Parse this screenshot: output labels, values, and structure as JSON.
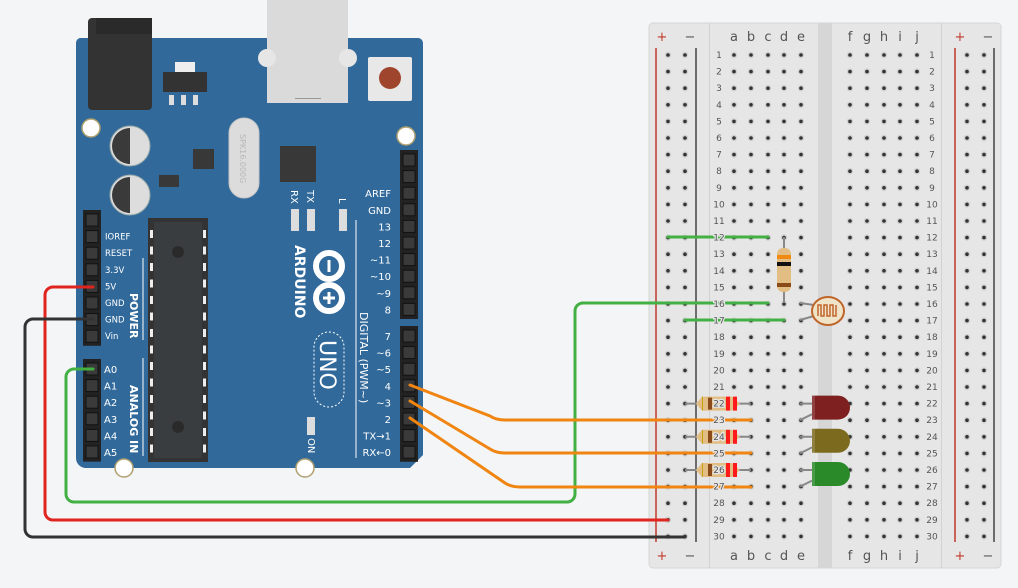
{
  "colors": {
    "board": "#30699a",
    "wire_red": "#e0241e",
    "wire_black": "#333333",
    "wire_green": "#43b043",
    "wire_orange": "#f08512",
    "led_red": "#7e2020",
    "led_yellow": "#7c6a1e",
    "led_green": "#2a8a2a",
    "breadboard": "#e4e4e4"
  },
  "arduino": {
    "brand": "ARDUINO",
    "model": "UNO",
    "crystal": "SPK16.000G",
    "rx": "RX",
    "tx": "TX",
    "l": "L",
    "on": "ON",
    "power_title": "POWER",
    "analog_title": "ANALOG IN",
    "digital_title": "DIGITAL (PWM~)",
    "power_pins": [
      "IOREF",
      "RESET",
      "3.3V",
      "5V",
      "GND",
      "GND",
      "Vin"
    ],
    "analog_pins": [
      "A0",
      "A1",
      "A2",
      "A3",
      "A4",
      "A5"
    ],
    "digital_top": [
      "AREF",
      "GND",
      "13",
      "12",
      "~11",
      "~10",
      "~9",
      "8"
    ],
    "digital_bottom": [
      "7",
      "~6",
      "~5",
      "4",
      "~3",
      "2",
      "TX→1",
      "RX←0"
    ]
  },
  "breadboard": {
    "left_cols": [
      "a",
      "b",
      "c",
      "d",
      "e"
    ],
    "right_cols": [
      "f",
      "g",
      "h",
      "i",
      "j"
    ],
    "rail_plus": "+",
    "rail_minus": "−",
    "rows": 30
  },
  "components": [
    "photoresistor",
    "resistor",
    "resistor",
    "resistor",
    "resistor",
    "led-red",
    "led-yellow",
    "led-green"
  ]
}
